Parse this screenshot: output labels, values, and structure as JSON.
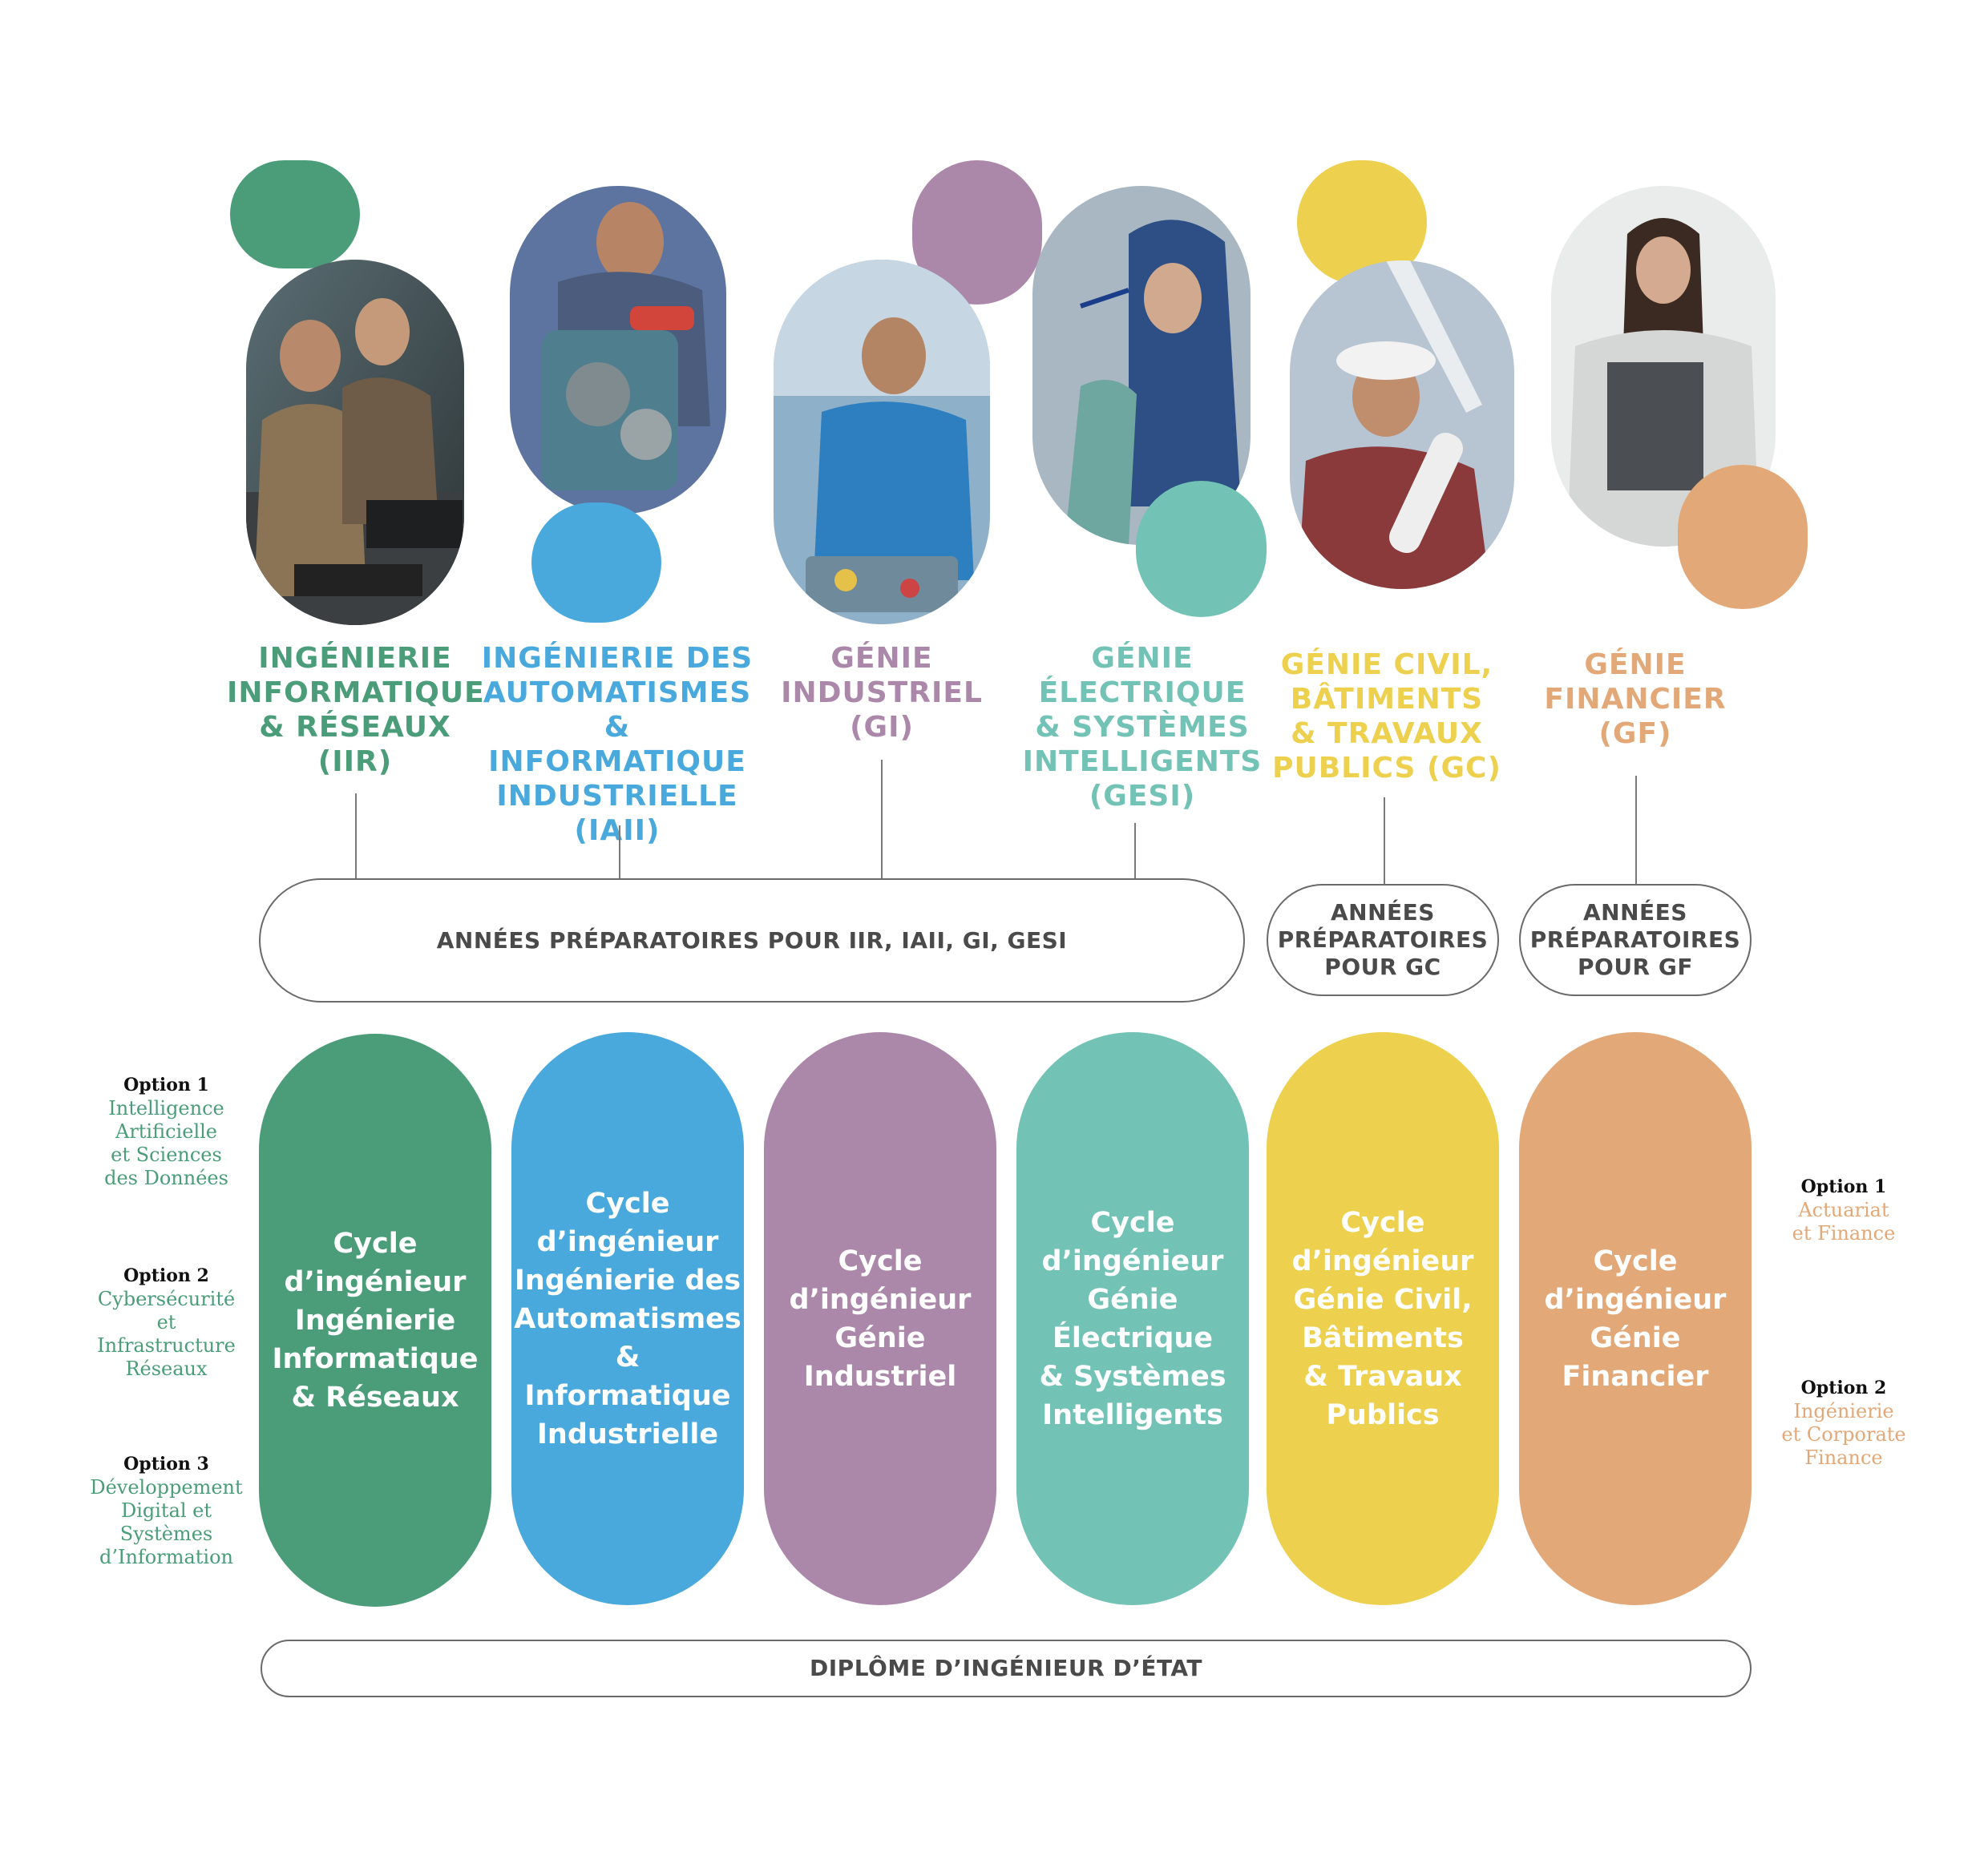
{
  "colors": {
    "iir": "#4a9d78",
    "iaii": "#4aa9dc",
    "gi": "#ab88a9",
    "gesi": "#72c2b5",
    "gc": "#ecd04e",
    "gf": "#e2a877",
    "outline": "#6a6a6a",
    "text_dark": "#4a4a4a"
  },
  "programs": [
    {
      "id": "iir",
      "title": "INGÉNIERIE\nINFORMATIQUE\n& RÉSEAUX\n(IIR)",
      "cycle": "Cycle\nd’ingénieur\nIngénierie\nInformatique\n& Réseaux",
      "photo": "students-at-computer-photo"
    },
    {
      "id": "iaii",
      "title": "INGÉNIERIE DES\nAUTOMATISMES\n& INFORMATIQUE\nINDUSTRIELLE\n(IAII)",
      "cycle": "Cycle\nd’ingénieur\nIngénierie des\nAutomatismes\n& Informatique\nIndustrielle",
      "photo": "student-with-engine-photo"
    },
    {
      "id": "gi",
      "title": "GÉNIE\nINDUSTRIEL\n(GI)",
      "cycle": "Cycle\nd’ingénieur\nGénie\nIndustriel",
      "photo": "student-with-robot-kit-photo"
    },
    {
      "id": "gesi",
      "title": "GÉNIE\nÉLECTRIQUE\n& SYSTÈMES\nINTELLIGENTS\n(GESI)",
      "cycle": "Cycle\nd’ingénieur\nGénie\nÉlectrique\n& Systèmes\nIntelligents",
      "photo": "student-writing-on-glass-photo"
    },
    {
      "id": "gc",
      "title": "GÉNIE CIVIL,\nBÂTIMENTS\n& TRAVAUX\nPUBLICS (GC)",
      "cycle": "Cycle\nd’ingénieur\nGénie Civil,\nBâtiments\n& Travaux\nPublics",
      "photo": "engineer-with-hard-hat-photo"
    },
    {
      "id": "gf",
      "title": "GÉNIE\nFINANCIER\n(GF)",
      "cycle": "Cycle\nd’ingénieur\nGénie\nFinancier",
      "photo": "woman-with-folder-photo"
    }
  ],
  "prep": {
    "main": "ANNÉES PRÉPARATOIRES POUR IIR, IAII, GI, GESI",
    "gc": "ANNÉES\nPRÉPARATOIRES\nPOUR GC",
    "gf": "ANNÉES\nPRÉPARATOIRES\nPOUR GF"
  },
  "options_iir": [
    {
      "head": "Option 1",
      "body": "Intelligence\nArtificielle\net Sciences\ndes Données"
    },
    {
      "head": "Option 2",
      "body": "Cybersécurité\net\nInfrastructure\nRéseaux"
    },
    {
      "head": "Option 3",
      "body": "Développement\nDigital et\nSystèmes\nd’Information"
    }
  ],
  "options_gf": [
    {
      "head": "Option 1",
      "body": "Actuariat\net Finance"
    },
    {
      "head": "Option 2",
      "body": "Ingénierie\net Corporate\nFinance"
    }
  ],
  "diploma": "DIPLÔME D’INGÉNIEUR D’ÉTAT"
}
